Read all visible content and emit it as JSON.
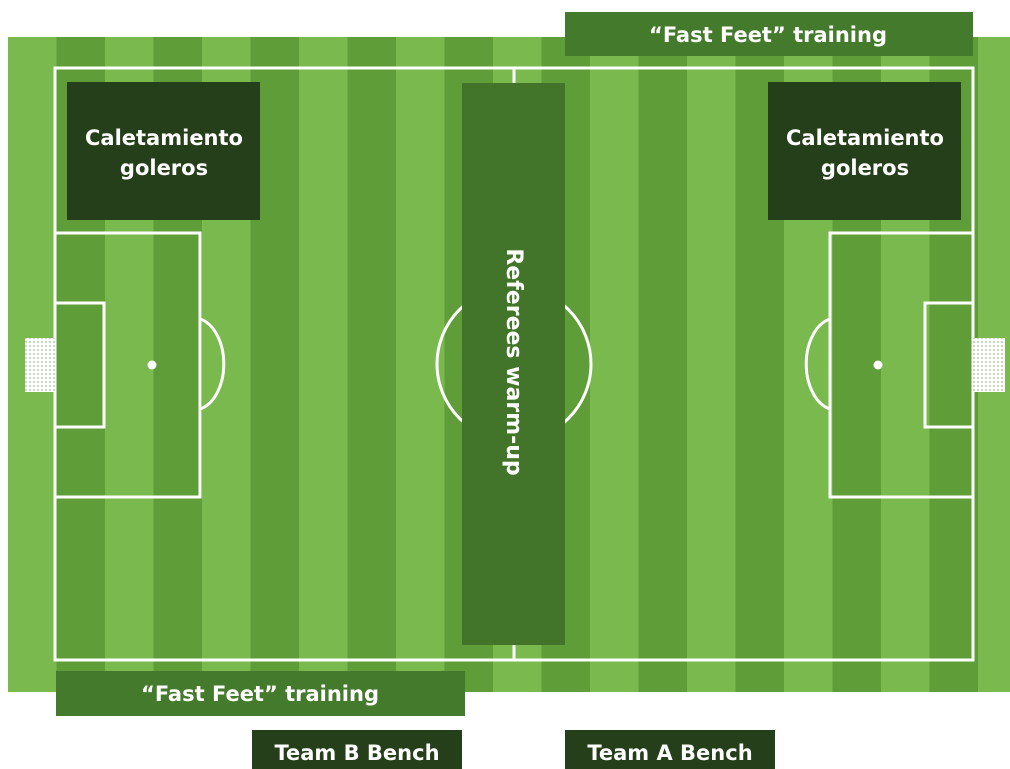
{
  "colors": {
    "grass_light": "#79b94e",
    "grass_dark": "#5f9d39",
    "line": "#ffffff",
    "zone_dark": "#243f1a",
    "zone_mid": "#42752a",
    "zone_fast": "#447a2c"
  },
  "zones": {
    "goalkeepers_left": [
      "Caletamiento",
      "goleros"
    ],
    "goalkeepers_right": [
      "Caletamiento",
      "goleros"
    ],
    "referees": "Referees warm-up",
    "fast_feet_top": "“Fast Feet” training",
    "fast_feet_bottom": "“Fast Feet” training",
    "team_b_bench": "Team B Bench",
    "team_a_bench": "Team A Bench"
  },
  "icons": {
    "left_goal": "goal-net-icon",
    "right_goal": "goal-net-icon"
  }
}
